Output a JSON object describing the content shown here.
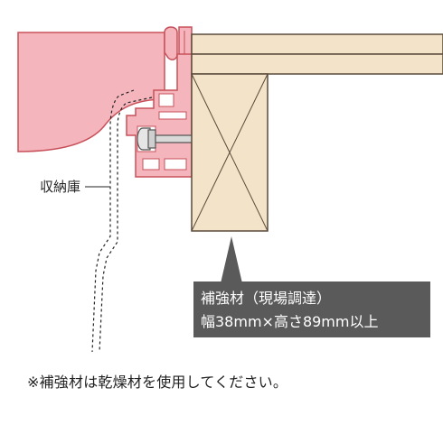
{
  "labels": {
    "storage": "収納庫",
    "reinforcement_line1": "補強材（現場調達）",
    "reinforcement_line2": "幅38mm×高さ89mm以上",
    "note": "※補強材は乾燥材を使用してください。"
  },
  "colors": {
    "wood_fill": "#f3e3c8",
    "wood_stroke": "#5a4a3a",
    "profile_fill": "#f4b6bc",
    "profile_stroke": "#c8505a",
    "callout_bg": "#5a5a5a",
    "callout_text": "#ffffff",
    "nail": "#555555"
  }
}
